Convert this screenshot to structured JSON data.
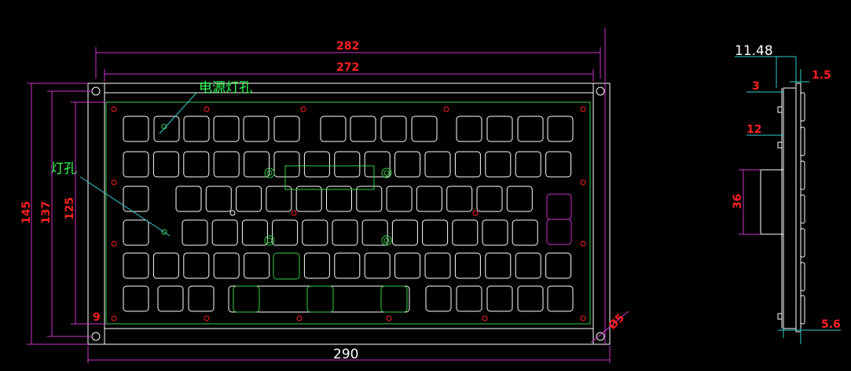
{
  "front_view": {
    "dimensions": {
      "width_outer": "282",
      "width_inner": "272",
      "width_total": "290",
      "height_total": "145",
      "height_mid": "137",
      "height_inner": "125",
      "offset_small": "9",
      "hole_diameter": "Ø5"
    },
    "notes": {
      "power_led_hole": "电源灯孔",
      "led_hole": "灯孔"
    },
    "key_rows": [
      14,
      15,
      13,
      13,
      15,
      12
    ]
  },
  "side_view": {
    "dimensions": {
      "total_thickness": "11.48",
      "plate": "1.5",
      "top_offset": "3",
      "upper_offset": "12",
      "connector_height": "36",
      "bottom": "5.6"
    }
  },
  "colors": {
    "background": "#000000",
    "outline": "#ffffff",
    "dim_red": "#ff2020",
    "dim_magenta": "#cc33cc",
    "green": "#33cc44",
    "cyan": "#33cccc"
  }
}
